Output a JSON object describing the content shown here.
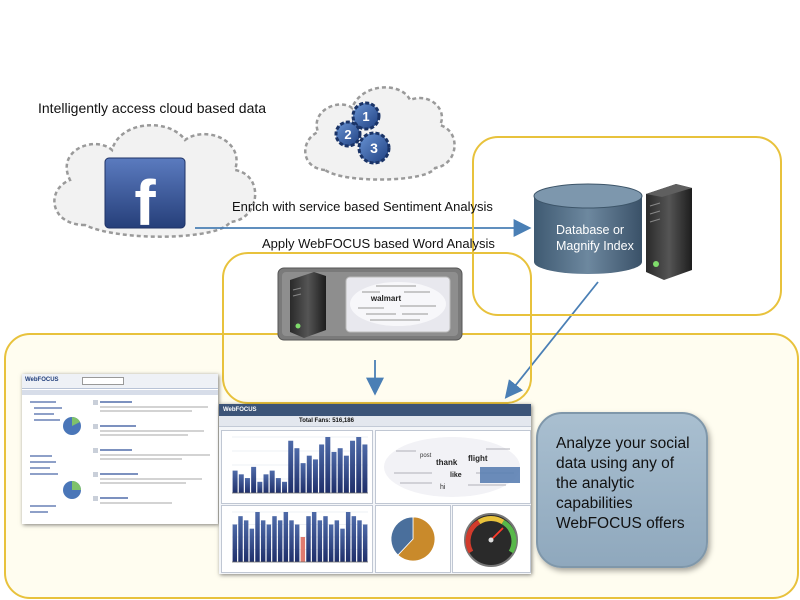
{
  "labels": {
    "access": "Intelligently access cloud based data",
    "enrich": "Enrich with service based Sentiment Analysis",
    "word_analysis": "Apply WebFOCUS based Word Analysis",
    "database": "Database or Magnify Index",
    "analyze": "Analyze your social data using any of the analytic capabilities WebFOCUS offers"
  },
  "gears": [
    "1",
    "2",
    "3"
  ],
  "facebook_logo": "f",
  "wordcloud_word": "walmart",
  "dash_wordcloud_words": [
    "thank",
    "flight",
    "post",
    "like",
    "hi"
  ],
  "screens": {
    "magnify_logo": "WebFOCUS",
    "dashboard_logo": "WebFOCUS",
    "total_fans": "Total Fans: 516,186"
  },
  "colors": {
    "yellow_border": "#e8c23c",
    "arrow": "#4a7fb5",
    "callout_fill": "#9db5c8",
    "facebook_blue": "#3b5998"
  },
  "bar_values": [
    6,
    5,
    4,
    7,
    3,
    5,
    6,
    4,
    3,
    14,
    12,
    8,
    10,
    9,
    13,
    15,
    11,
    12,
    10,
    14,
    15,
    13
  ],
  "bar2_values": [
    9,
    11,
    10,
    8,
    12,
    10,
    9,
    11,
    10,
    12,
    10,
    9,
    6,
    11,
    12,
    10,
    11,
    9,
    10,
    8,
    12,
    11,
    10,
    9
  ],
  "pie_slices": [
    0.62,
    0.38
  ]
}
